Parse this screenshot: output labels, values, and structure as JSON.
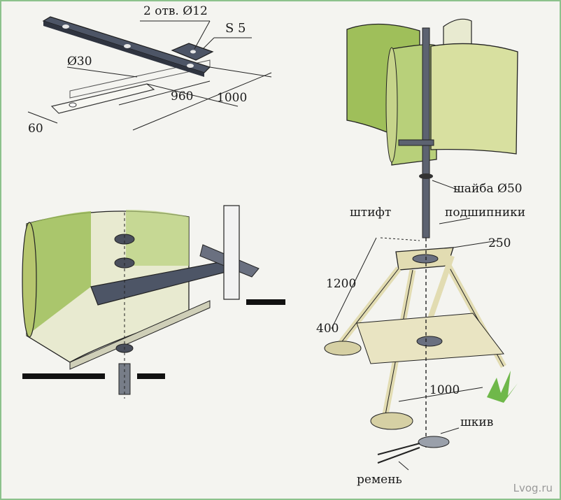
{
  "top_drawing": {
    "holes_label": "2 отв. Ø12",
    "thickness_label": "S 5",
    "diameter_label": "Ø30",
    "inner_length": "960",
    "outer_length": "1000",
    "width_label": "60"
  },
  "right_drawing": {
    "washer_label": "шайба Ø50",
    "pin_label": "штифт",
    "bearings_label": "подшипники",
    "top_size_label": "250",
    "height_label": "1200",
    "leg_label": "400",
    "base_label": "1000",
    "pulley_label": "шкив",
    "belt_label": "ремень"
  },
  "watermark": "Lvog.ru",
  "colors": {
    "blade_green": "#9fbf5a",
    "blade_light": "#e8ead0",
    "metal": "#5c6270",
    "frame_wood": "#e2dcb2",
    "line": "#1c1c1c"
  }
}
